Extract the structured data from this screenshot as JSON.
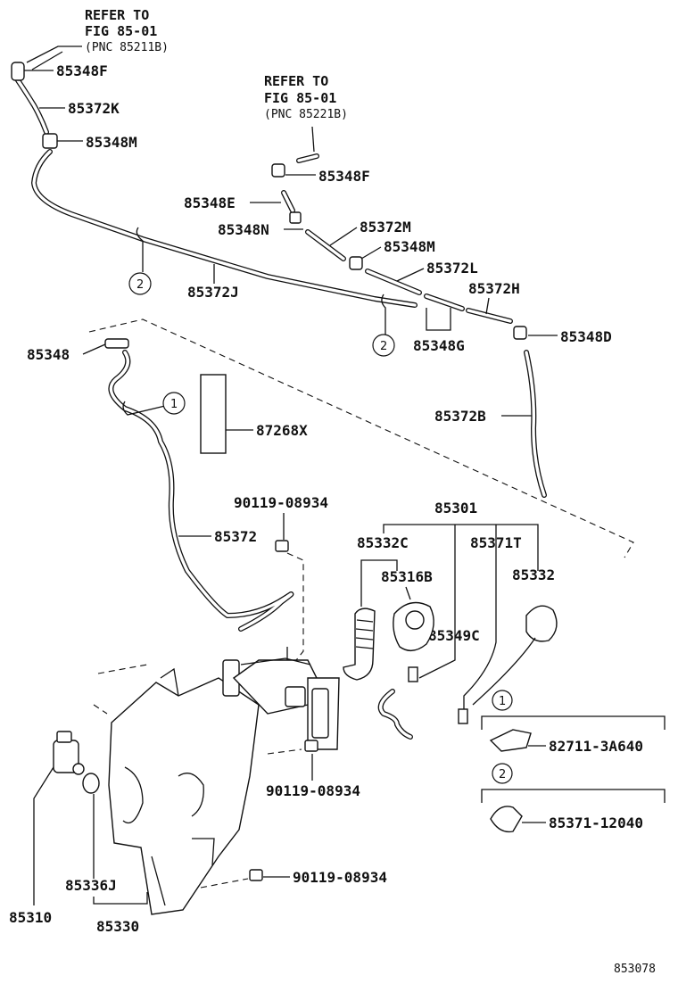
{
  "references": [
    {
      "line1": "REFER TO",
      "line2": "FIG 85-01",
      "line3": "(PNC 85211B)"
    },
    {
      "line1": "REFER TO",
      "line2": "FIG 85-01",
      "line3": "(PNC 85221B)"
    }
  ],
  "parts": {
    "p85348F_a": "85348F",
    "p85372K": "85372K",
    "p85348M_a": "85348M",
    "p85348F_b": "85348F",
    "p85348E": "85348E",
    "p85348N": "85348N",
    "p85372M": "85372M",
    "p85348M_b": "85348M",
    "p85372L": "85372L",
    "p85372H": "85372H",
    "p85348D": "85348D",
    "p85372J": "85372J",
    "p85348G": "85348G",
    "p85348": "85348",
    "p87268X": "87268X",
    "p85372B": "85372B",
    "p90119_a": "90119-08934",
    "p85301": "85301",
    "p85372": "85372",
    "p85332C": "85332C",
    "p85371T": "85371T",
    "p85316B": "85316B",
    "p85332": "85332",
    "p85349C": "85349C",
    "p82711": "82711-3A640",
    "p90119_b": "90119-08934",
    "p85371": "85371-12040",
    "p90119_c": "90119-08934",
    "p85336J": "85336J",
    "p85310": "85310",
    "p85330": "85330"
  },
  "callouts": {
    "c1": "1",
    "c2": "2"
  },
  "figure_id": "853078"
}
